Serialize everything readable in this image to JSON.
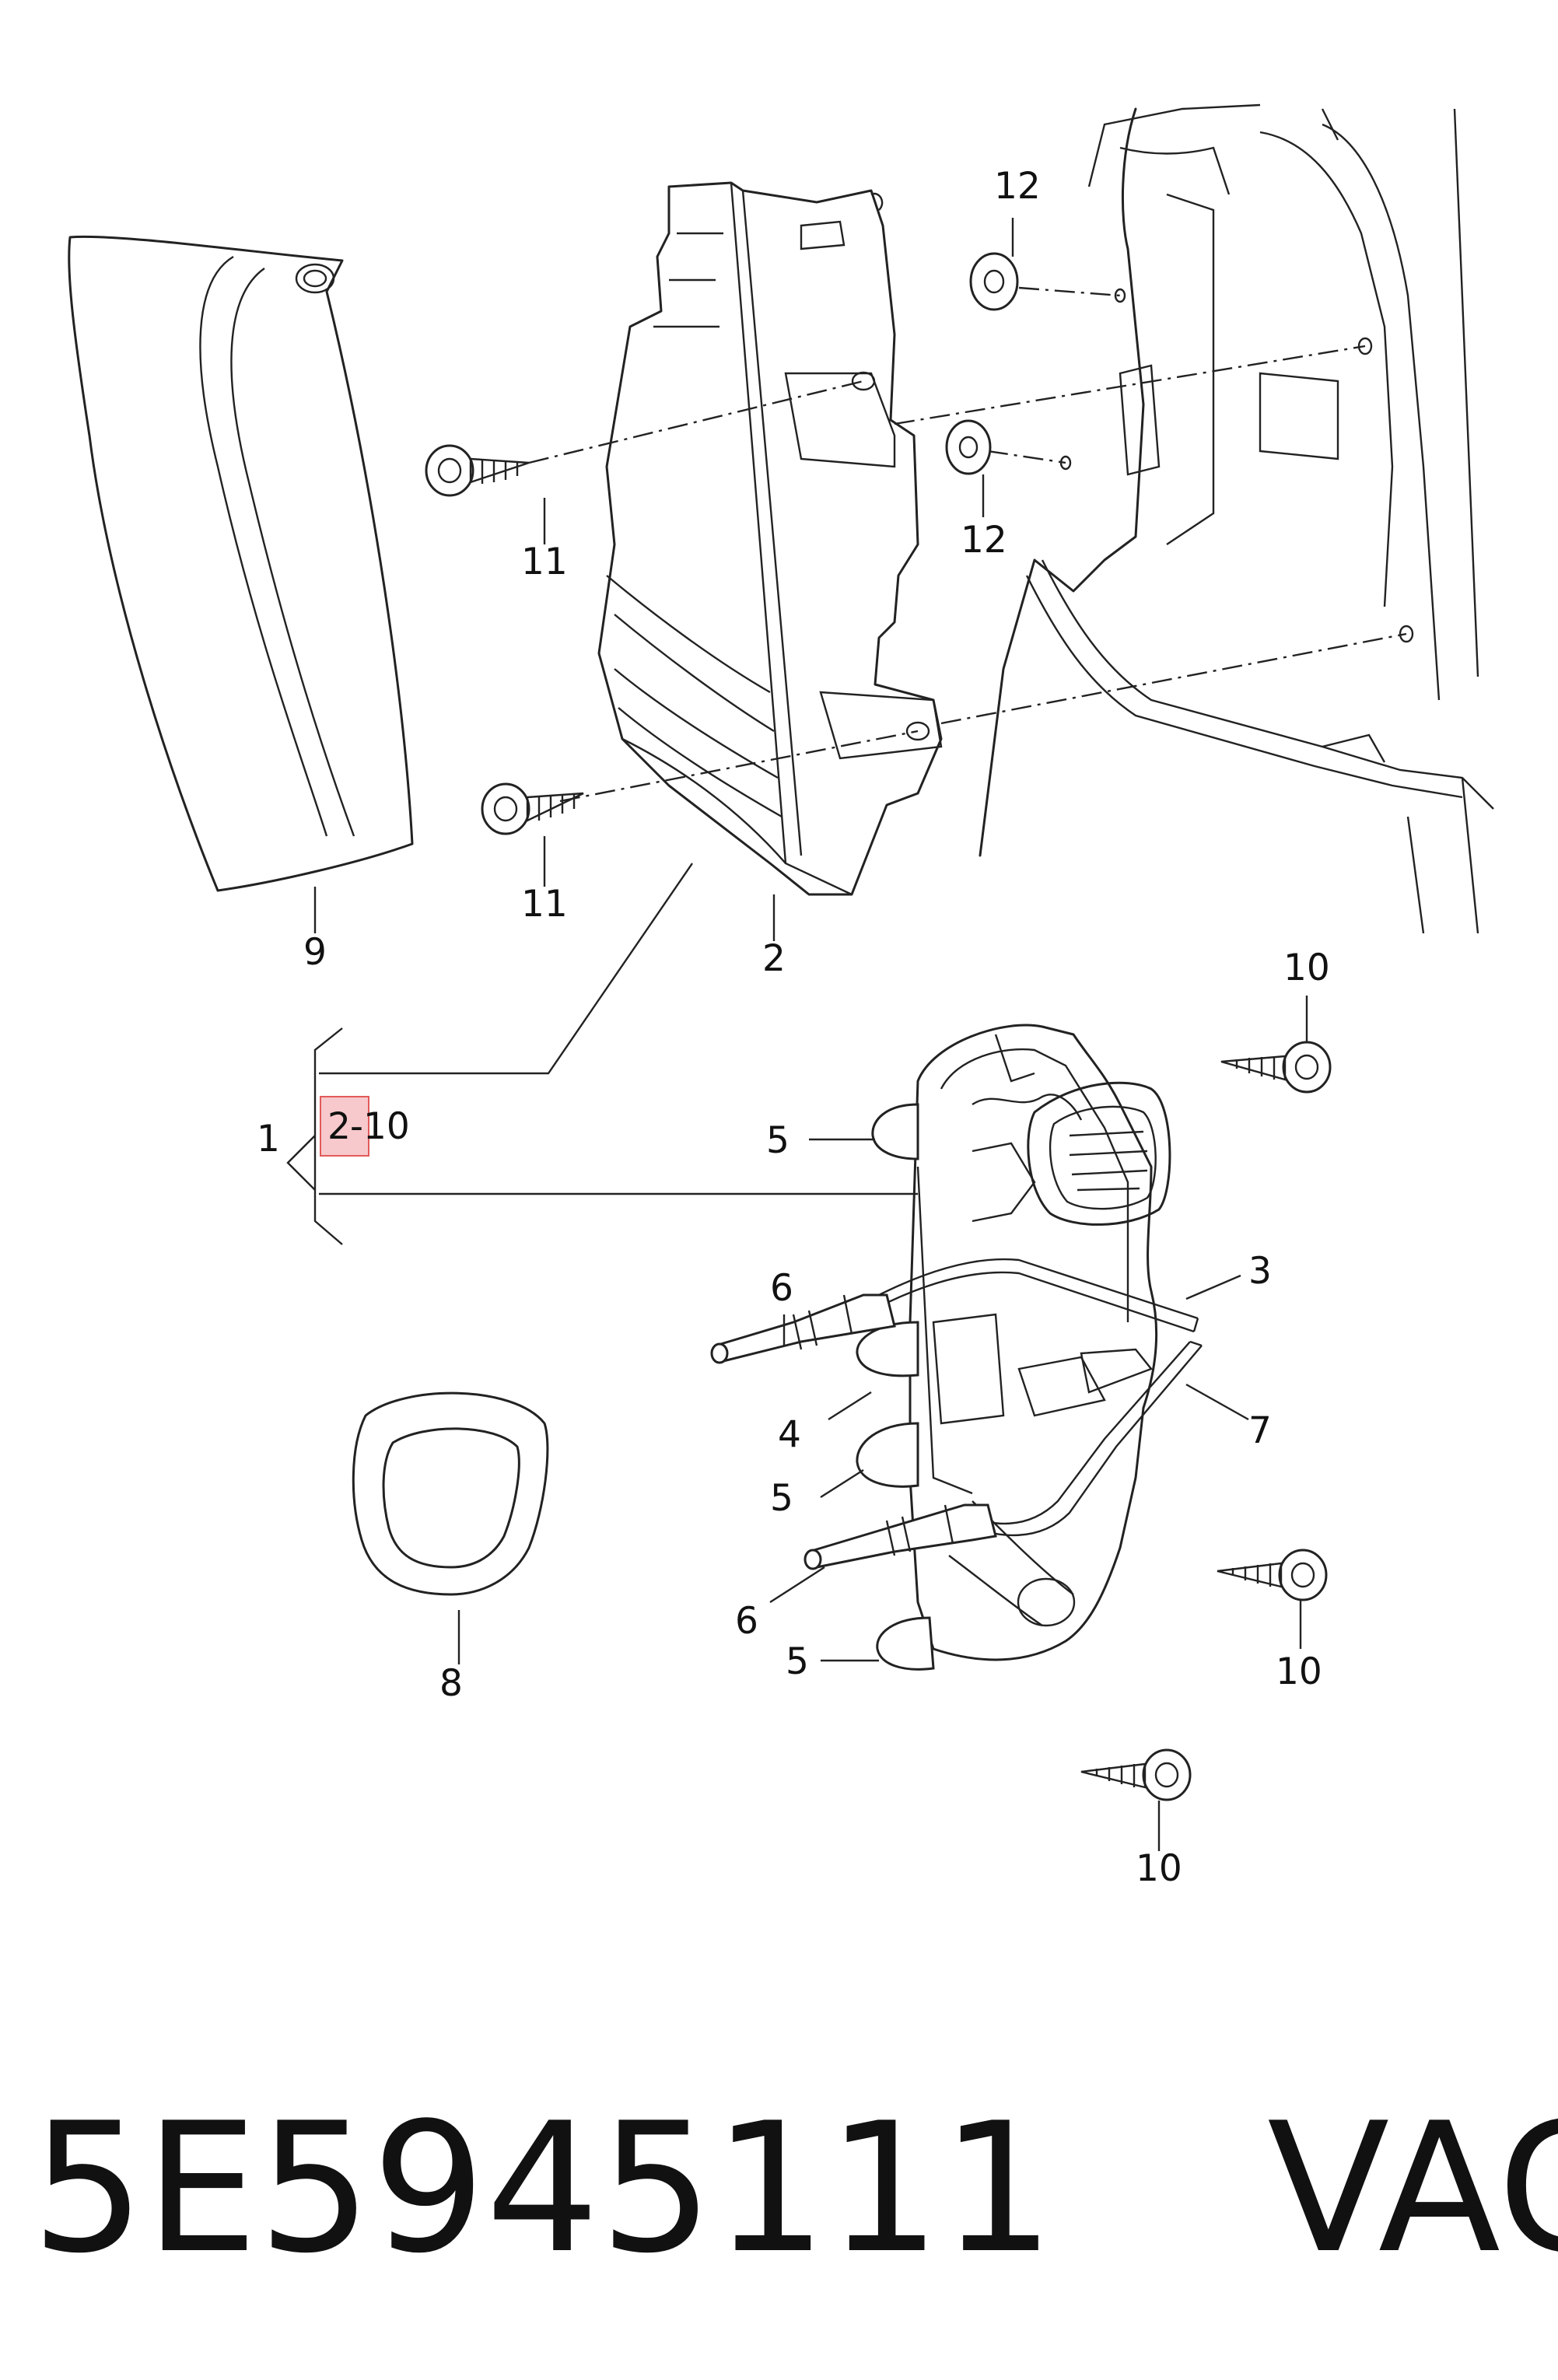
{
  "diagram": {
    "callouts": {
      "c1": "1",
      "c2_range_start": "2",
      "c2_range_end": "-10",
      "c2": "2",
      "c3": "3",
      "c4": "4",
      "c5a": "5",
      "c5b": "5",
      "c5c": "5",
      "c6a": "6",
      "c6b": "6",
      "c7": "7",
      "c8": "8",
      "c9": "9",
      "c10a": "10",
      "c10b": "10",
      "c10c": "10",
      "c11a": "11",
      "c11b": "11",
      "c12a": "12",
      "c12b": "12"
    },
    "highlight_color": "#f7c9cc",
    "highlight_border": "#e25a5a",
    "line_color": "#222222"
  },
  "footer": {
    "part_number": "5E5945111",
    "brand": "VAG"
  }
}
